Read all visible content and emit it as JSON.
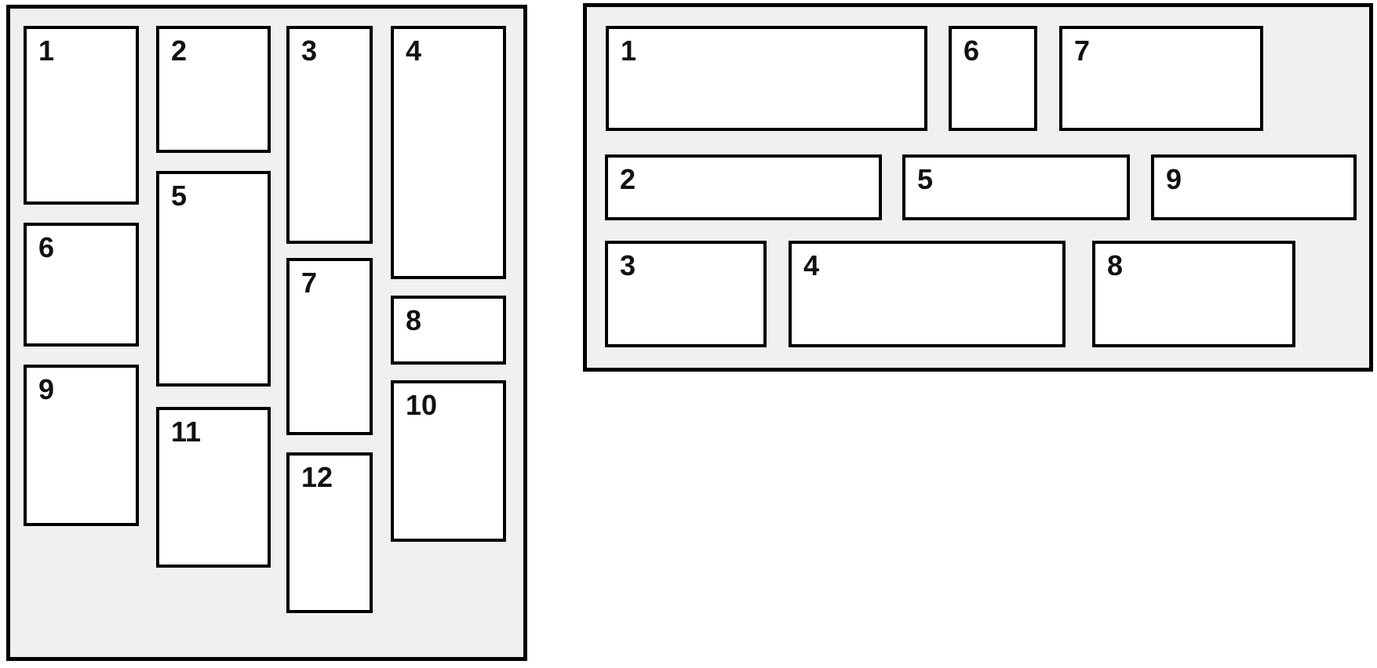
{
  "diagram": {
    "title": "masonry-layout-illustration",
    "left_panel": {
      "name": "column-masonry",
      "box_count": 12,
      "boxes": [
        "1",
        "2",
        "3",
        "4",
        "5",
        "6",
        "7",
        "8",
        "9",
        "10",
        "11",
        "12"
      ]
    },
    "right_panel": {
      "name": "row-masonry",
      "box_count": 9,
      "boxes": [
        "1",
        "2",
        "3",
        "4",
        "5",
        "6",
        "7",
        "8",
        "9"
      ]
    },
    "colors": {
      "page_background": "#ffffff",
      "panel_background": "#f0f0f0",
      "box_background": "#ffffff",
      "border": "#000000",
      "label_text": "#111111"
    }
  }
}
